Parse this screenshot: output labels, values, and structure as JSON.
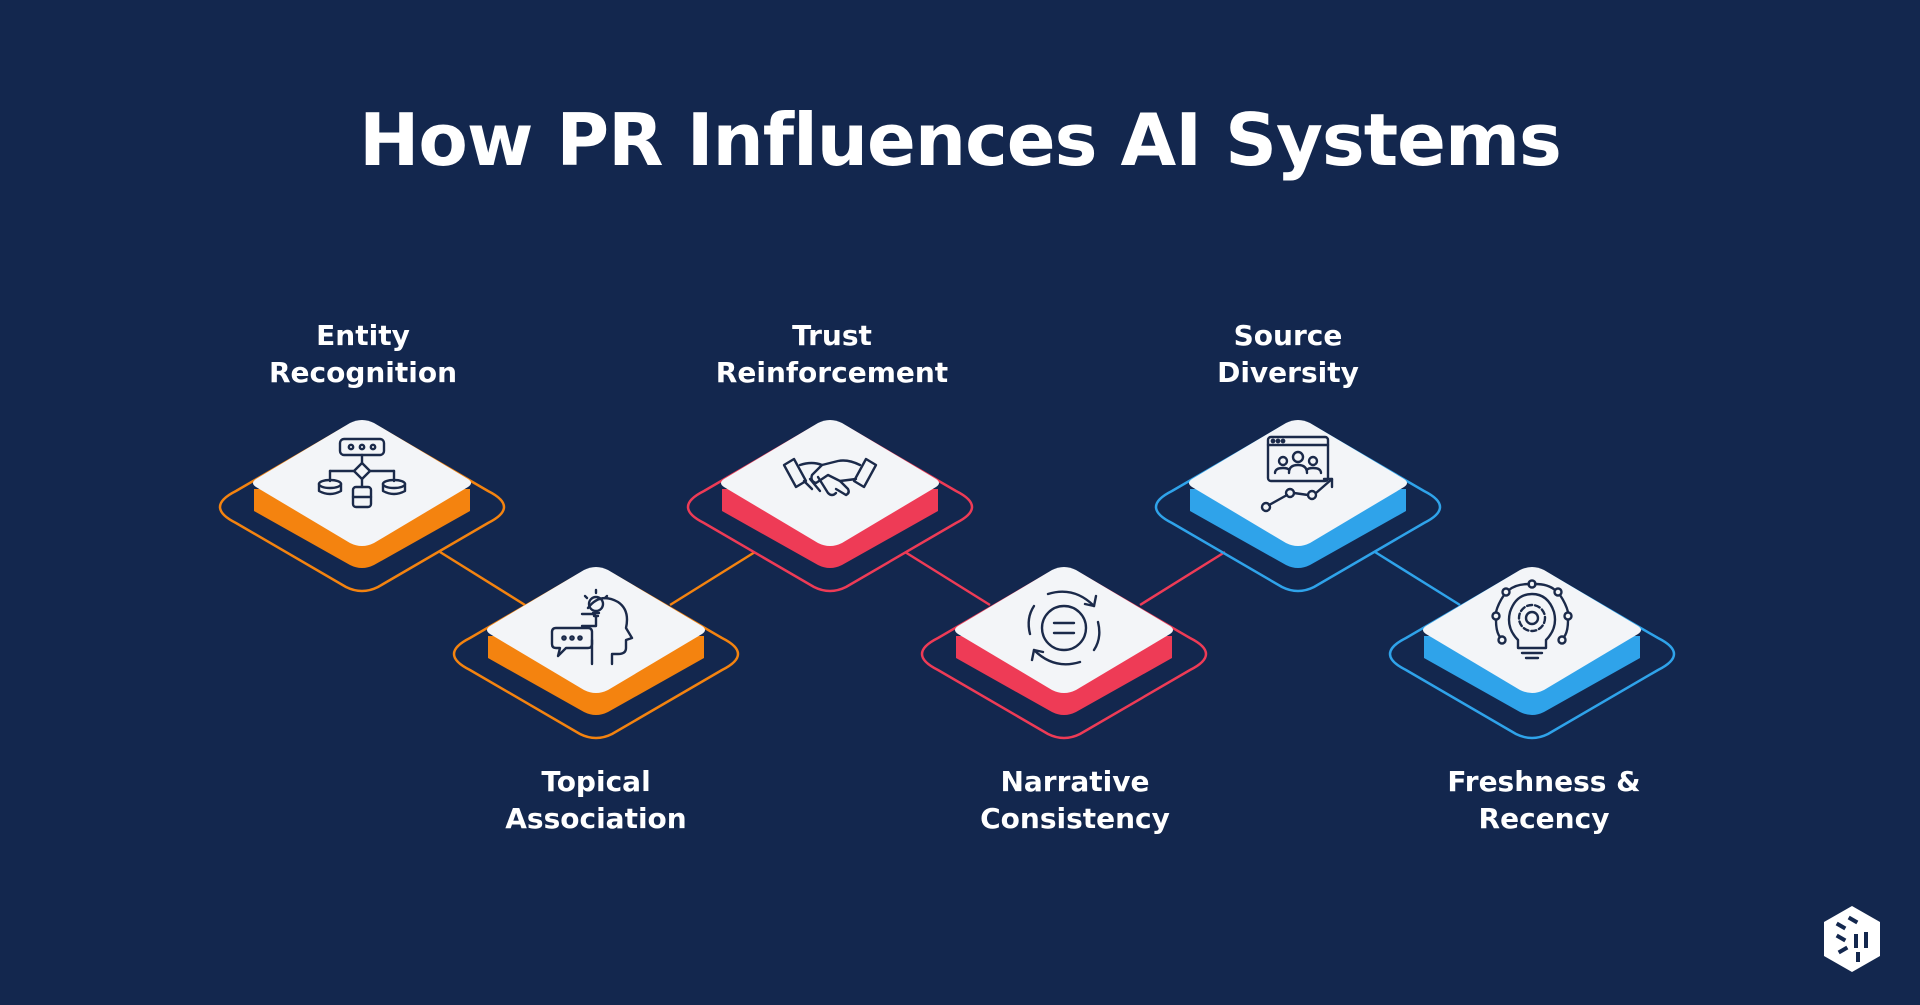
{
  "title": "How PR Influences AI Systems",
  "colors": {
    "background": "#13274e",
    "orange": "#f4830f",
    "red": "#ee3b56",
    "blue": "#2fa3ea",
    "tile": "#f3f5f8",
    "icon": "#1b2a4a"
  },
  "steps": [
    {
      "line1": "Entity",
      "line2": "Recognition",
      "color": "orange",
      "icon": "flowchart-icon"
    },
    {
      "line1": "Topical",
      "line2": "Association",
      "color": "orange",
      "icon": "head-idea-chat-icon"
    },
    {
      "line1": "Trust",
      "line2": "Reinforcement",
      "color": "red",
      "icon": "handshake-icon"
    },
    {
      "line1": "Narrative",
      "line2": "Consistency",
      "color": "red",
      "icon": "cycle-arrows-icon"
    },
    {
      "line1": "Source",
      "line2": "Diversity",
      "color": "blue",
      "icon": "audience-growth-icon"
    },
    {
      "line1": "Freshness &",
      "line2": "Recency",
      "color": "blue",
      "icon": "gear-bulb-icon"
    }
  ],
  "logo": "brand-cube-logo"
}
